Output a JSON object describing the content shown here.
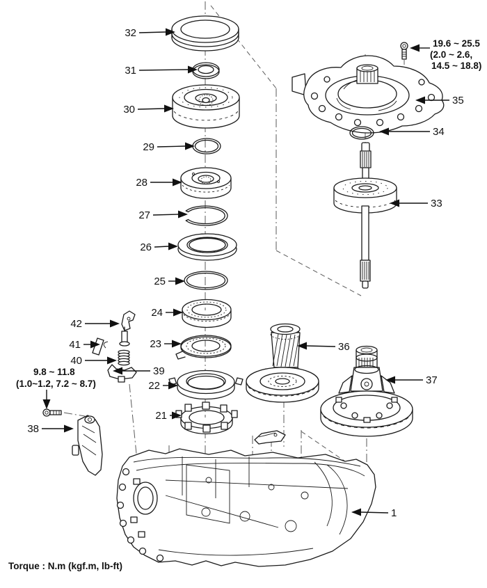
{
  "torque": {
    "upper": {
      "line1": "19.6 ~ 25.5",
      "line2": "(2.0 ~ 2.6,",
      "line3": "14.5 ~ 18.8)"
    },
    "lower": {
      "line1": "9.8 ~ 11.8",
      "line2": "(1.0~1.2, 7.2 ~ 8.7)"
    },
    "note": "Torque : N.m (kgf.m, lb-ft)"
  },
  "callouts": {
    "c1": "1",
    "c21": "21",
    "c22": "22",
    "c23": "23",
    "c24": "24",
    "c25": "25",
    "c26": "26",
    "c27": "27",
    "c28": "28",
    "c29": "29",
    "c30": "30",
    "c31": "31",
    "c32": "32",
    "c33": "33",
    "c34": "34",
    "c35": "35",
    "c36": "36",
    "c37": "37",
    "c38": "38",
    "c39": "39",
    "c40": "40",
    "c41": "41",
    "c42": "42"
  },
  "colors": {
    "line": "#1a1a1a",
    "construction": "#5a5a5a",
    "background": "#ffffff"
  }
}
